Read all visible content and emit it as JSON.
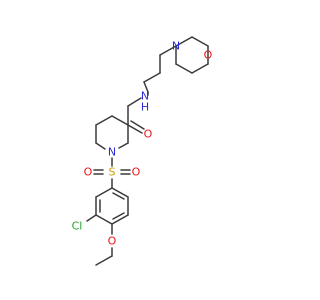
{
  "atoms": {
    "morph_n": "N",
    "morph_o": "O",
    "amide_nh": "N",
    "amide_h": "H",
    "amide_o": "O",
    "pip_n": "N",
    "sulfur": "S",
    "sulfonyl_o_left": "O",
    "sulfonyl_o_right": "O",
    "chlorine": "Cl",
    "ether_o": "O"
  },
  "colors": {
    "carbon_bond": "#3a3a3a",
    "oxygen": "#e8141b",
    "nitrogen": "#2b2bd8",
    "sulfur": "#c8a000",
    "chlorine": "#2aa52a",
    "background": "#ffffff"
  }
}
